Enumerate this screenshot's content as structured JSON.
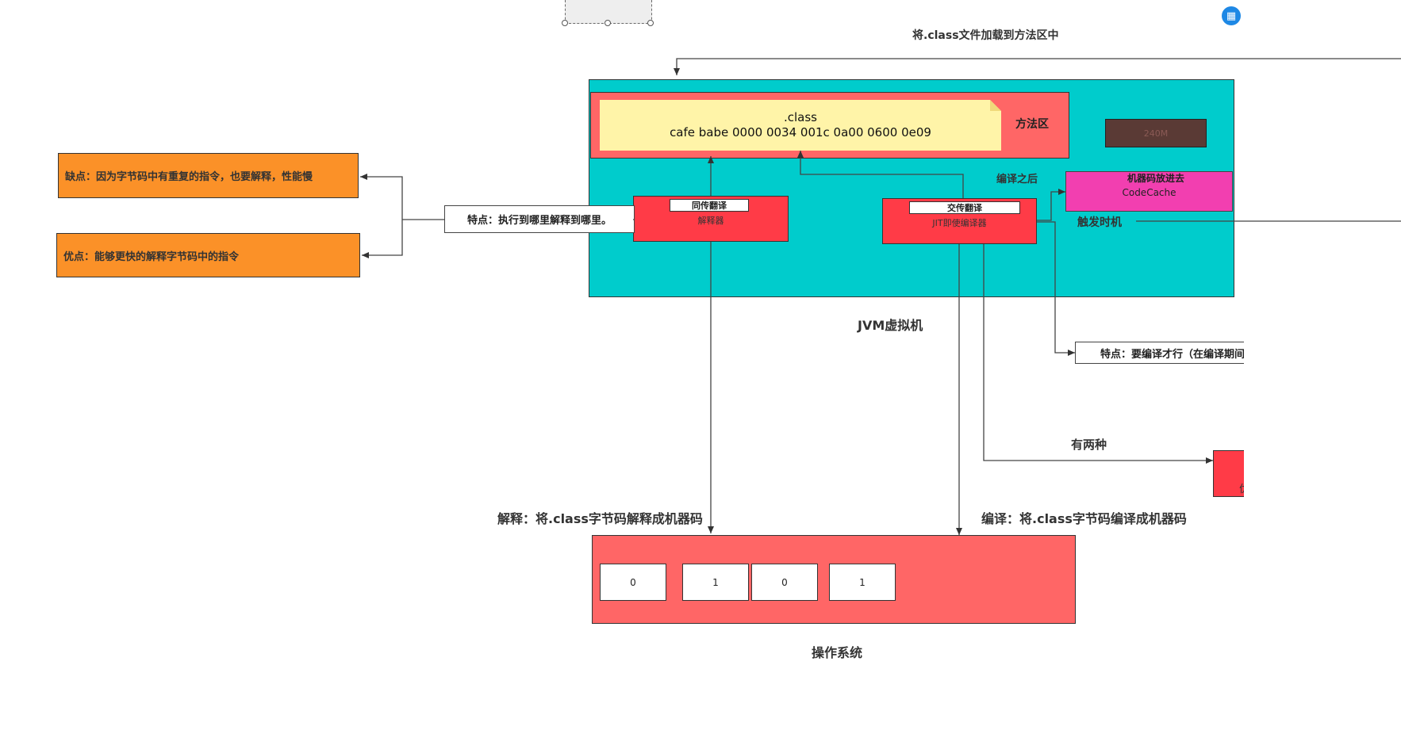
{
  "labels": {
    "load_class": "将.class文件加载到方法区中",
    "jvm": "JVM虚拟机",
    "os": "操作系统",
    "after_compile": "编译之后",
    "trigger": "触发时机",
    "two_kinds": "有两种",
    "interpret_desc": "解释：将.class字节码解释成机器码",
    "compile_desc": "编译：将.class字节码编译成机器码"
  },
  "method_area": {
    "title": ".class",
    "bytes": "cafe babe 0000 0034 001c 0a00 0600 0e09",
    "label": "方法区"
  },
  "memory_block": {
    "label": "240M"
  },
  "code_cache": {
    "title": "机器码放进去",
    "name": "CodeCache"
  },
  "interpreter": {
    "tag": "同传翻译",
    "name": "解释器"
  },
  "jit": {
    "tag": "交传翻译",
    "name": "JIT即使编译器"
  },
  "notes": {
    "interpreter_feature": "特点：执行到哪里解释到哪里。",
    "disadvantage": "缺点：因为字节码中有重复的指令，也要解释，性能慢",
    "advantage": "优点：能够更快的解释字节码中的指令",
    "jit_feature": "特点：要编译才行（在编译期间"
  },
  "partial_box": {
    "text": "优"
  },
  "bits": [
    "0",
    "1",
    "0",
    "1"
  ],
  "colors": {
    "jvm": "#00cccc",
    "method_area": "#ff6666",
    "class_note": "#fff4a8",
    "red": "#ff3b47",
    "pink": "#f23fb0",
    "orange": "#fb9128",
    "memory": "#5a3a35",
    "os": "#ff6666"
  }
}
